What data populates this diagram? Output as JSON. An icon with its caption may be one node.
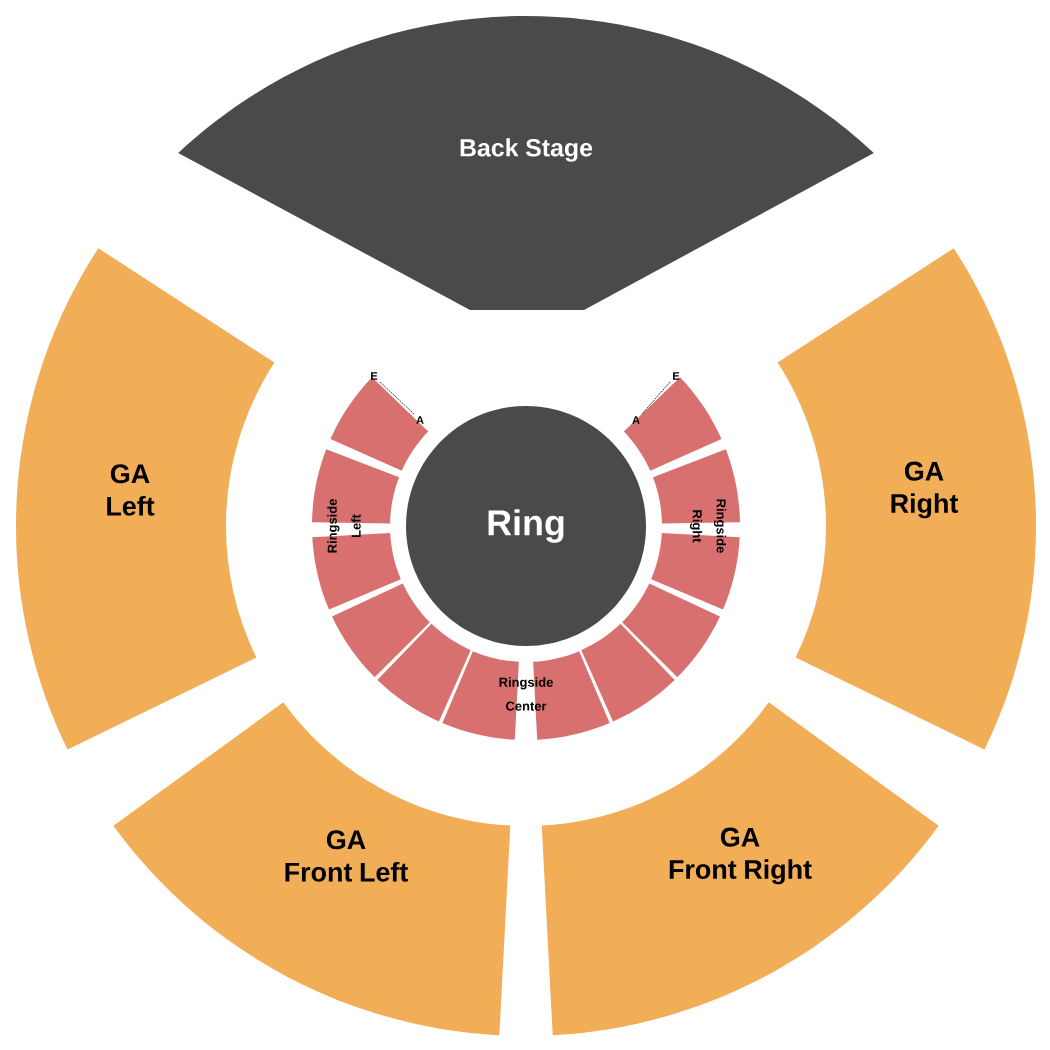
{
  "diagram": {
    "nodes": [
      {
        "text": [
          "Back Stage"
        ]
      },
      {
        "text": [
          "GA Left"
        ]
      },
      {
        "text": [
          "Ring"
        ]
      },
      {
        "text": [
          "GA Right"
        ]
      },
      {
        "text": [],
        "shape": "wedge"
      },
      {
        "text": [],
        "shape": "wedge"
      },
      {
        "text": [
          "Ringside Left"
        ]
      },
      {
        "text": [
          "Ringside Right"
        ]
      },
      {
        "text": [],
        "shape": "wedge"
      },
      {
        "text": [],
        "shape": "wedge"
      },
      {
        "text": [],
        "shape": "wedge"
      },
      {
        "text": [],
        "shape": "wedge"
      },
      {
        "text": [
          "Ringside Center"
        ]
      },
      {
        "text": [
          "GA Front Left"
        ]
      },
      {
        "text": [
          "GA Front Right"
        ]
      }
    ],
    "labels": [
      "E",
      "A",
      "A",
      "E"
    ]
  }
}
